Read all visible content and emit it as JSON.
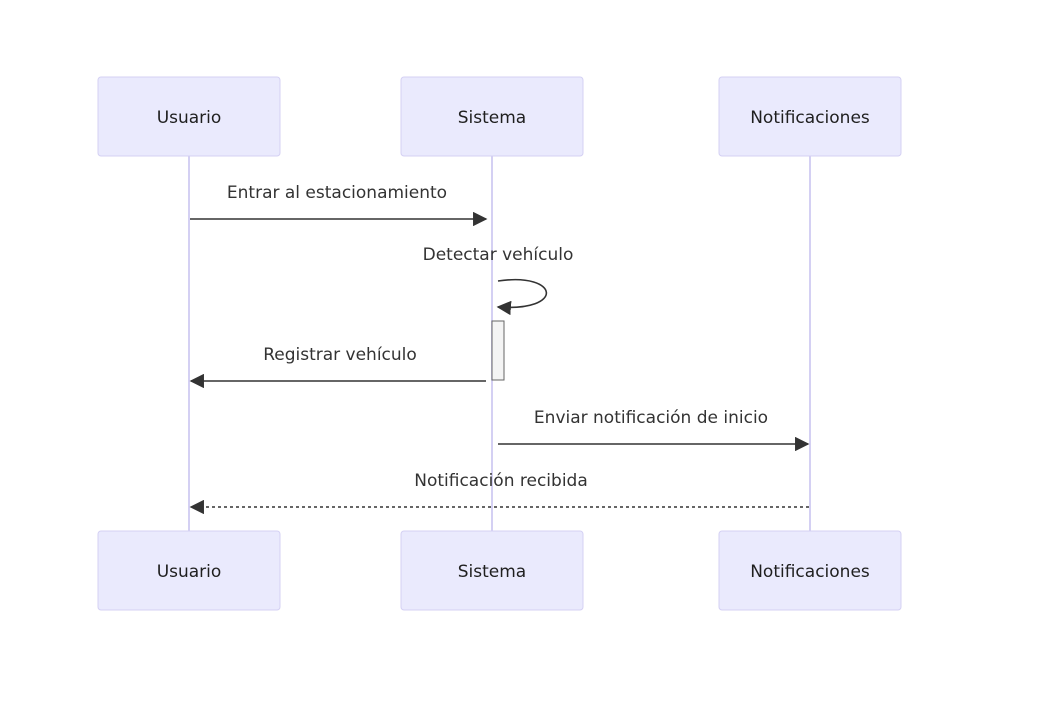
{
  "participants": {
    "usuario": "Usuario",
    "sistema": "Sistema",
    "notificaciones": "Notificaciones"
  },
  "messages": [
    {
      "from": "Usuario",
      "to": "Sistema",
      "text": "Entrar al estacionamiento",
      "style": "solid"
    },
    {
      "from": "Sistema",
      "to": "Sistema",
      "text": "Detectar vehículo",
      "style": "solid"
    },
    {
      "from": "Sistema",
      "to": "Usuario",
      "text": "Registrar vehículo",
      "style": "solid"
    },
    {
      "from": "Sistema",
      "to": "Notificaciones",
      "text": "Enviar notificación de inicio",
      "style": "solid"
    },
    {
      "from": "Notificaciones",
      "to": "Usuario",
      "text": "Notificación recibida",
      "style": "dashed"
    }
  ],
  "colors": {
    "actor_fill": "#eaeafd",
    "actor_border": "#d4d0f3",
    "lifeline": "#d4d0f3",
    "arrow": "#333333",
    "activation_fill": "#f4f4f4"
  }
}
